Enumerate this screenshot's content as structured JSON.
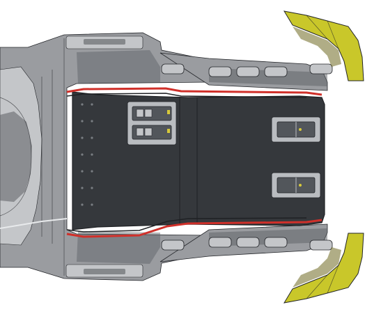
{
  "colors": {
    "background": "#ffffff",
    "chassis_gray": "#9a9ca0",
    "chassis_light": "#c4c6c9",
    "chassis_dark": "#5c5f63",
    "floor_panel": "#35383c",
    "floor_edge": "#1f2124",
    "rail_red": "#d0302a",
    "bumper_yellow": "#c9c72a",
    "bumper_dark": "#6f6a22",
    "outline": "#222428",
    "fixture_fill": "#52565b",
    "fixture_light": "#b9bcc0"
  },
  "icons": {
    "rear_bumper_top": "yellow-bumper-shape",
    "rear_bumper_bottom": "yellow-bumper-shape",
    "battery_modules": "rounded-rectangle-block"
  }
}
